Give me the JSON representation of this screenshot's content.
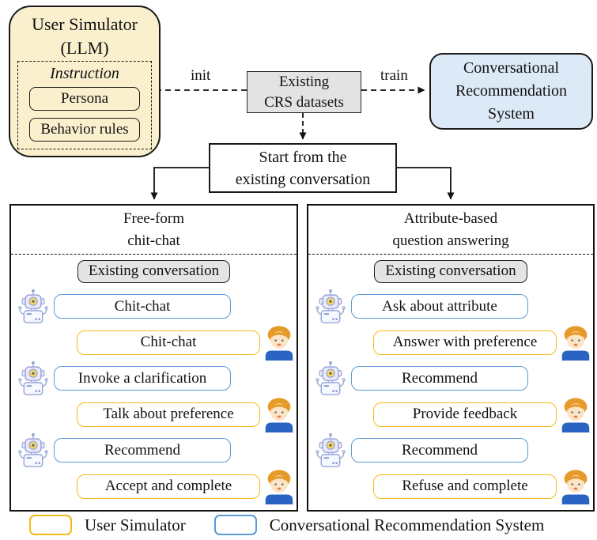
{
  "colors": {
    "user_simulator_fill": "#FBF0CE",
    "crs_fill": "#DCE9F7",
    "datasets_fill": "#E3E3E3",
    "chip_fill": "#E4E4E4",
    "user_bubble_border": "#F5B915",
    "system_bubble_border": "#5B9BD5",
    "outline": "#111111"
  },
  "top": {
    "user_simulator": {
      "title_line1": "User Simulator",
      "title_line2": "(LLM)",
      "instruction_label": "Instruction",
      "persona_label": "Persona",
      "behavior_label": "Behavior rules"
    },
    "datasets_box": {
      "line1": "Existing",
      "line2": "CRS datasets"
    },
    "crs_box": {
      "line1": "Conversational",
      "line2": "Recommendation",
      "line3": "System"
    },
    "init_label": "init",
    "train_label": "train",
    "start_box": {
      "line1": "Start from the",
      "line2": "existing conversation"
    }
  },
  "panels": [
    {
      "title_line1": "Free-form",
      "title_line2": "chit-chat",
      "existing_conversation": "Existing conversation",
      "messages": [
        {
          "speaker": "system",
          "text": "Chit-chat"
        },
        {
          "speaker": "user",
          "text": "Chit-chat"
        },
        {
          "speaker": "system",
          "text": "Invoke a clarification"
        },
        {
          "speaker": "user",
          "text": "Talk about preference"
        },
        {
          "speaker": "system",
          "text": "Recommend"
        },
        {
          "speaker": "user",
          "text": "Accept and complete"
        }
      ]
    },
    {
      "title_line1": "Attribute-based",
      "title_line2": "question answering",
      "existing_conversation": "Existing conversation",
      "messages": [
        {
          "speaker": "system",
          "text": "Ask about attribute"
        },
        {
          "speaker": "user",
          "text": "Answer with preference"
        },
        {
          "speaker": "system",
          "text": "Recommend"
        },
        {
          "speaker": "user",
          "text": "Provide feedback"
        },
        {
          "speaker": "system",
          "text": "Recommend"
        },
        {
          "speaker": "user",
          "text": "Refuse and complete"
        }
      ]
    }
  ],
  "legend": {
    "items": [
      {
        "label": "User Simulator"
      },
      {
        "label": "Conversational Recommendation System"
      }
    ]
  }
}
